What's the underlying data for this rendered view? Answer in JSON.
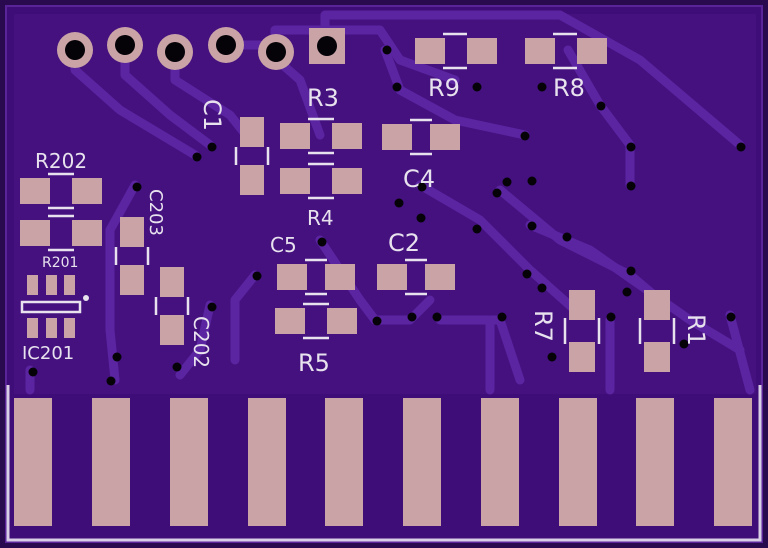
{
  "labels": {
    "c1": "C1",
    "r3": "R3",
    "r9": "R9",
    "r8": "R8",
    "r202": "R202",
    "c203": "C203",
    "c4": "C4",
    "r4": "R4",
    "c5": "C5",
    "c2": "C2",
    "r201": "R201",
    "ic201": "IC201",
    "c202": "C202",
    "r5": "R5",
    "r7": "R7",
    "r1": "R1"
  },
  "colors": {
    "board": "#3f0d77",
    "board_light": "#4b1690",
    "trace": "#5b24a1",
    "pad": "#c9a3a6",
    "silk": "#e8e2ee",
    "hole": "#050208"
  },
  "edge_connector": {
    "finger_count": 10
  },
  "header": {
    "pin_count": 6
  }
}
